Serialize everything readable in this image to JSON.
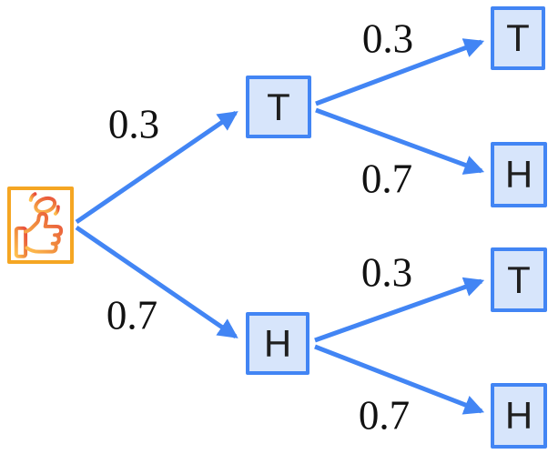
{
  "diagram": {
    "type": "probability-tree",
    "subject": "two successive coin flips",
    "root": {
      "icon": "coin-flip-hand-icon"
    },
    "nodes": {
      "t1": {
        "label": "T"
      },
      "h1": {
        "label": "H"
      },
      "t2": {
        "label": "T"
      },
      "h2": {
        "label": "H"
      },
      "t3": {
        "label": "T"
      },
      "h3": {
        "label": "H"
      }
    },
    "edges": {
      "root_t1": {
        "from": "root",
        "to": "T",
        "probability": "0.3"
      },
      "root_h1": {
        "from": "root",
        "to": "H",
        "probability": "0.7"
      },
      "t1_t2": {
        "from": "T",
        "to": "T",
        "probability": "0.3"
      },
      "t1_h2": {
        "from": "T",
        "to": "H",
        "probability": "0.7"
      },
      "h1_t3": {
        "from": "H",
        "to": "T",
        "probability": "0.3"
      },
      "h1_h3": {
        "from": "H",
        "to": "H",
        "probability": "0.7"
      }
    },
    "colors": {
      "edge_blue": "#4285F4",
      "node_border_blue": "#4285F4",
      "node_fill_blue": "#D7E5FB",
      "root_border_orange": "#F5A623",
      "icon_gradient_start": "#FFC24F",
      "icon_gradient_mid": "#F08A3E",
      "icon_gradient_end": "#E84B3C",
      "text": "#111111"
    }
  }
}
